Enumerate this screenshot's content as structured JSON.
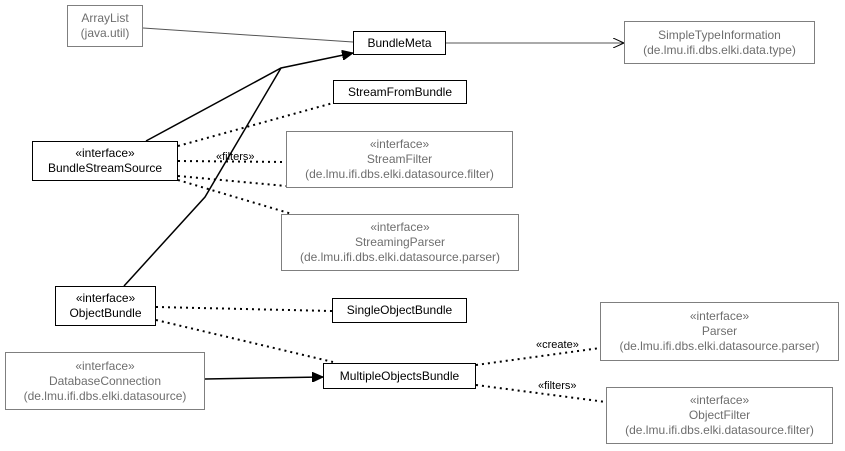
{
  "nodes": {
    "arraylist": {
      "name": "ArrayList",
      "package": "(java.util)"
    },
    "bundlemeta": {
      "name": "BundleMeta"
    },
    "simpletypeinformation": {
      "name": "SimpleTypeInformation",
      "package": "(de.lmu.ifi.dbs.elki.data.type)"
    },
    "streamfrombundle": {
      "name": "StreamFromBundle"
    },
    "bundlestreamsource": {
      "stereotype": "«interface»",
      "name": "BundleStreamSource"
    },
    "streamfilter": {
      "stereotype": "«interface»",
      "name": "StreamFilter",
      "package": "(de.lmu.ifi.dbs.elki.datasource.filter)"
    },
    "streamingparser": {
      "stereotype": "«interface»",
      "name": "StreamingParser",
      "package": "(de.lmu.ifi.dbs.elki.datasource.parser)"
    },
    "objectbundle": {
      "stereotype": "«interface»",
      "name": "ObjectBundle"
    },
    "singleobjectbundle": {
      "name": "SingleObjectBundle"
    },
    "parser": {
      "stereotype": "«interface»",
      "name": "Parser",
      "package": "(de.lmu.ifi.dbs.elki.datasource.parser)"
    },
    "databaseconnection": {
      "stereotype": "«interface»",
      "name": "DatabaseConnection",
      "package": "(de.lmu.ifi.dbs.elki.datasource)"
    },
    "multipleobjectsbundle": {
      "name": "MultipleObjectsBundle"
    },
    "objectfilter": {
      "stereotype": "«interface»",
      "name": "ObjectFilter",
      "package": "(de.lmu.ifi.dbs.elki.datasource.filter)"
    }
  },
  "edge_labels": {
    "filters_stream": "«filters»",
    "create": "«create»",
    "filters_object": "«filters»"
  },
  "colors": {
    "main": "#000000",
    "external": "#7f7f7f"
  }
}
